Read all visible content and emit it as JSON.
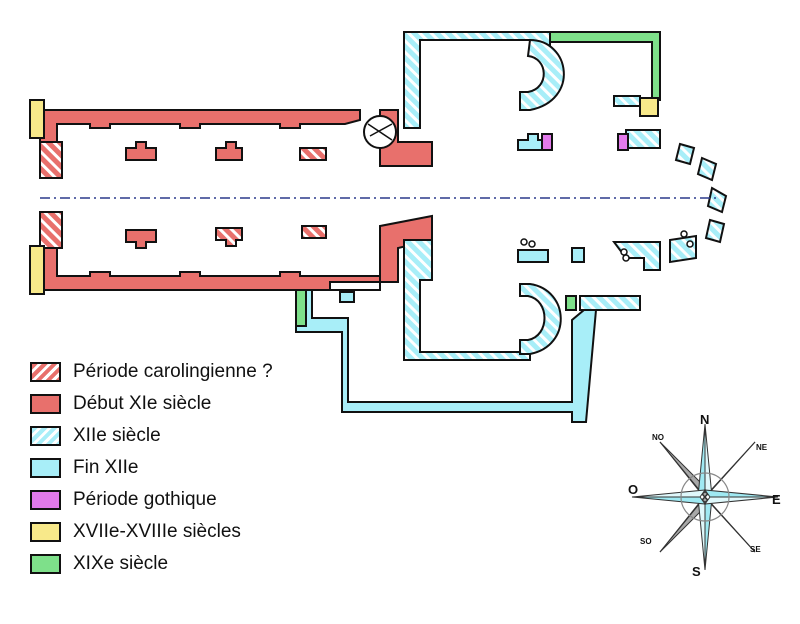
{
  "legend": {
    "items": [
      {
        "label": "Période carolingienne ?",
        "color": "#e8706c",
        "pattern": "hatched"
      },
      {
        "label": "Début XIe siècle",
        "color": "#e8706c",
        "pattern": "solid"
      },
      {
        "label": "XIIe siècle",
        "color": "#a8eef8",
        "pattern": "hatched"
      },
      {
        "label": "Fin XIIe",
        "color": "#a8eef8",
        "pattern": "solid"
      },
      {
        "label": "Période gothique",
        "color": "#e27aeb",
        "pattern": "solid"
      },
      {
        "label": "XVIIe-XVIIIe siècles",
        "color": "#f8e98a",
        "pattern": "solid"
      },
      {
        "label": "XIXe siècle",
        "color": "#7ee08a",
        "pattern": "solid"
      }
    ]
  },
  "compass": {
    "north": "N",
    "south": "S",
    "east": "E",
    "west": "O",
    "northeast": "NE",
    "northwest": "NO",
    "southeast": "SE",
    "southwest": "SO",
    "colors": {
      "cardinal": "#9fe9f2",
      "diagonal": "#e8706c",
      "shadow": "#a8a8a8"
    }
  },
  "colors": {
    "red": "#e8706c",
    "cyan": "#a8eef8",
    "magenta": "#e27aeb",
    "yellow": "#f8e98a",
    "green": "#7ee08a",
    "axis": "#2b3a8c"
  }
}
